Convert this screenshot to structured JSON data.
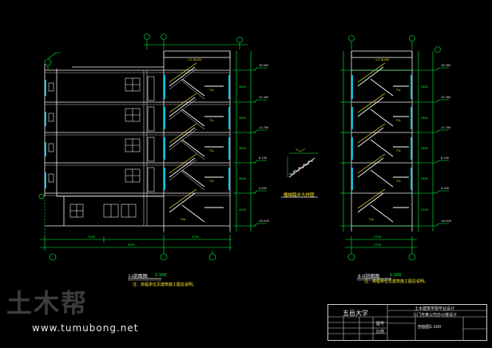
{
  "drawing": {
    "section_1_title": "I-I剖面图",
    "section_1_scale": "1:100",
    "section_1_note": "注：高程单位见建筑施工图总说明。",
    "section_2_title": "II-II剖面图",
    "section_2_scale": "1:100",
    "section_2_note": "注：高程单位见建筑施工图总说明。",
    "detail_title": "楼梯踏步大样图"
  },
  "title_block": {
    "school": "五邑大学",
    "project": "土木建筑学院毕业设计",
    "design_title": "江门市某公司办公楼设计",
    "drawing_name": "剖面图1:100",
    "label_sheet": "图号",
    "label_scale": "比例"
  },
  "watermark": {
    "logo_text": "土木帮",
    "url": "www.tumubong.net"
  },
  "colors": {
    "background": "#000000",
    "wall": "#f2f2f2",
    "dimension": "#00ff3c",
    "stair": "#ffffff",
    "highlight": "#ffea2a",
    "window": "#00e0ff"
  }
}
